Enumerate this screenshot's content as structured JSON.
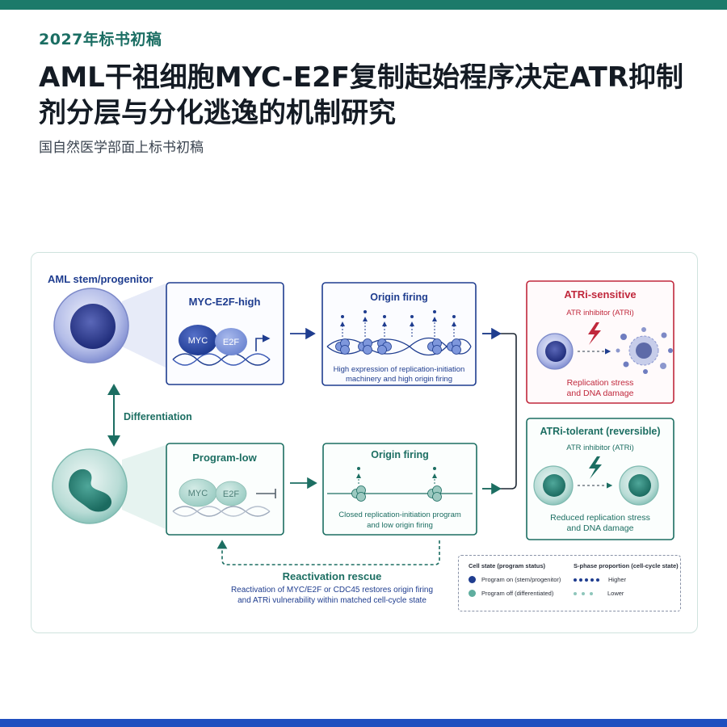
{
  "header": {
    "kicker": "2027年标书初稿",
    "title": "AML干祖细胞MYC-E2F复制起始程序决定ATR抑制剂分层与分化逃逸的机制研究",
    "subtitle": "国自然医学部面上标书初稿"
  },
  "colors": {
    "teal_accent": "#1c7a6a",
    "navy": "#1f3d8f",
    "red": "#c0283c",
    "bottom_bar": "#1f4fbf"
  },
  "diagram": {
    "stem_label": "AML stem/progenitor",
    "differentiation_label": "Differentiation",
    "high_box": {
      "title": "MYC-E2F-high",
      "myc": "MYC",
      "e2f": "E2F"
    },
    "high_origin": {
      "title": "Origin firing",
      "caption_1": "High expression of replication-initiation",
      "caption_2": "machinery and high origin firing"
    },
    "low_box": {
      "title": "Program-low",
      "myc": "MYC",
      "e2f": "E2F"
    },
    "low_origin": {
      "title": "Origin firing",
      "caption_1": "Closed replication-initiation program",
      "caption_2": "and low origin firing"
    },
    "sensitive": {
      "title": "ATRi-sensitive",
      "drug": "ATR inhibitor (ATRi)",
      "caption_1": "Replication stress",
      "caption_2": "and DNA damage"
    },
    "tolerant": {
      "title": "ATRi-tolerant (reversible)",
      "drug": "ATR inhibitor (ATRi)",
      "caption_1": "Reduced replication stress",
      "caption_2": "and DNA damage"
    },
    "rescue": {
      "title": "Reactivation rescue",
      "line_1": "Reactivation of MYC/E2F or CDC45 restores origin firing",
      "line_2": "and ATRi vulnerability within matched cell-cycle state"
    }
  },
  "legend": {
    "cell_state_header": "Cell state (program status)",
    "on_label": "Program on (stem/progenitor)",
    "off_label": "Program off (differentiated)",
    "sphase_header": "S-phase proportion (cell-cycle state)",
    "higher_label": "Higher",
    "lower_label": "Lower"
  }
}
